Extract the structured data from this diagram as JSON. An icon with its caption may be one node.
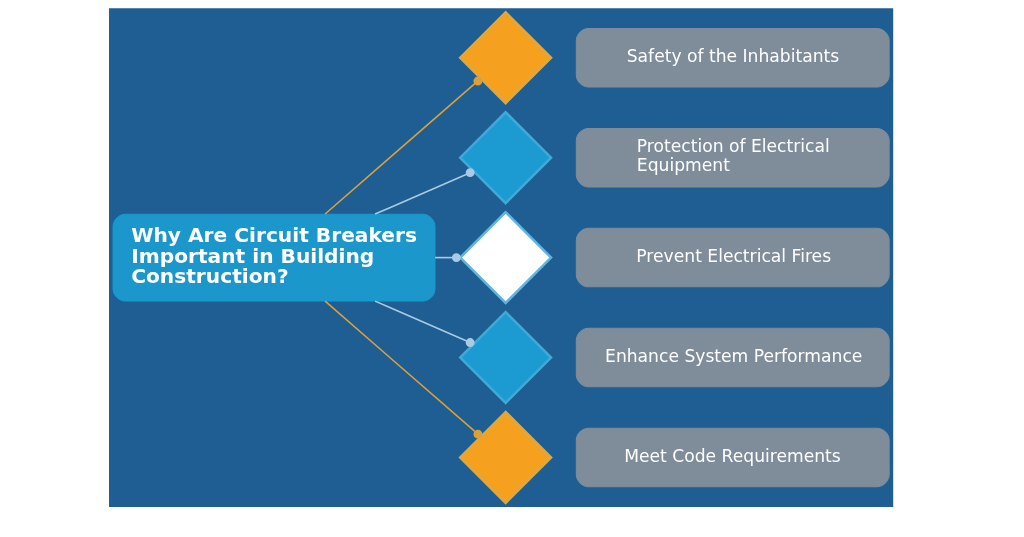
{
  "diagram": {
    "nodes": [
      {
        "text": [
          "Why Are Circuit Breakers Important in Building Construction?"
        ]
      },
      {
        "text": [],
        "shape": "diamond"
      },
      {
        "text": [
          "Safety of the Inhabitants"
        ]
      },
      {
        "text": [],
        "shape": "diamond"
      },
      {
        "text": [
          "Protection of Electrical Equipment"
        ]
      },
      {
        "text": [],
        "shape": "diamond"
      },
      {
        "text": [
          "Prevent Electrical Fires"
        ]
      },
      {
        "text": [],
        "shape": "diamond"
      },
      {
        "text": [
          "Enhance System Performance"
        ]
      },
      {
        "text": [],
        "shape": "diamond"
      },
      {
        "text": [
          "Meet Code Requirements"
        ]
      }
    ],
    "edges": [
      {
        "from": 0,
        "to": 1,
        "arrow": "other",
        "color": "#d9a03c"
      },
      {
        "from": 0,
        "to": 3,
        "arrow": "other"
      },
      {
        "from": 0,
        "to": 5,
        "arrow": "other"
      },
      {
        "from": 0,
        "to": 7,
        "arrow": "other"
      },
      {
        "from": 0,
        "to": 9,
        "arrow": "other",
        "color": "#d9a03c"
      }
    ]
  }
}
